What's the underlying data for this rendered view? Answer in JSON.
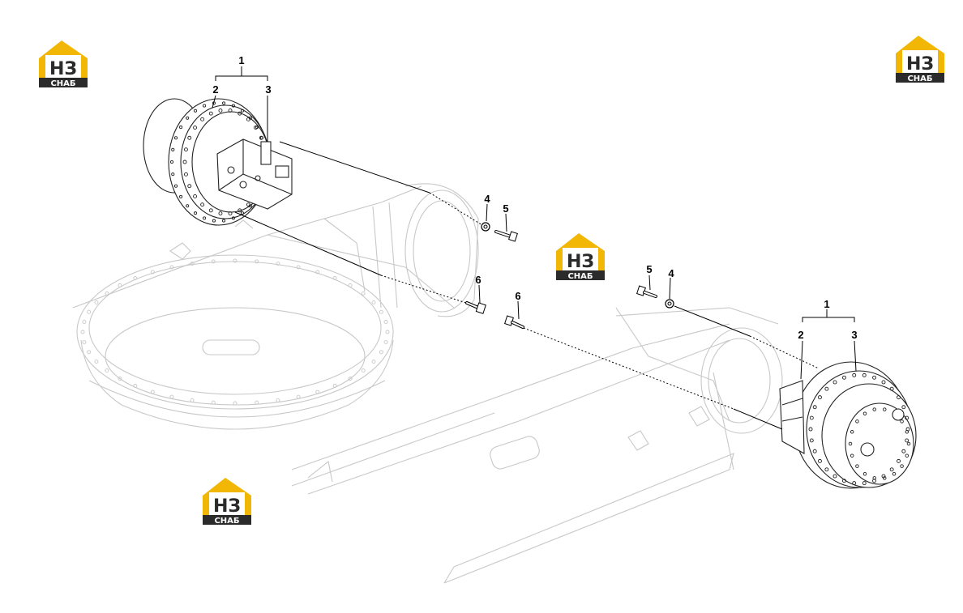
{
  "watermark": {
    "brand_letters": "НЗ",
    "brand_word": "СНАБ",
    "colors": {
      "roof": "#f2b705",
      "plate": "#2b2b2b",
      "text": "#ffffff"
    }
  },
  "callouts": {
    "left_group": {
      "assembly": "1",
      "part_a": "2",
      "part_b": "3"
    },
    "left_washer": "4",
    "left_bolt": "5",
    "left_screw": "6",
    "center_screw": "6",
    "right_bolt": "5",
    "right_washer": "4",
    "right_group": {
      "assembly": "1",
      "part_a": "2",
      "part_b": "3"
    }
  },
  "colors": {
    "frame_line": "#c8c8c8",
    "motor_line": "#222222",
    "leader": "#000000"
  }
}
